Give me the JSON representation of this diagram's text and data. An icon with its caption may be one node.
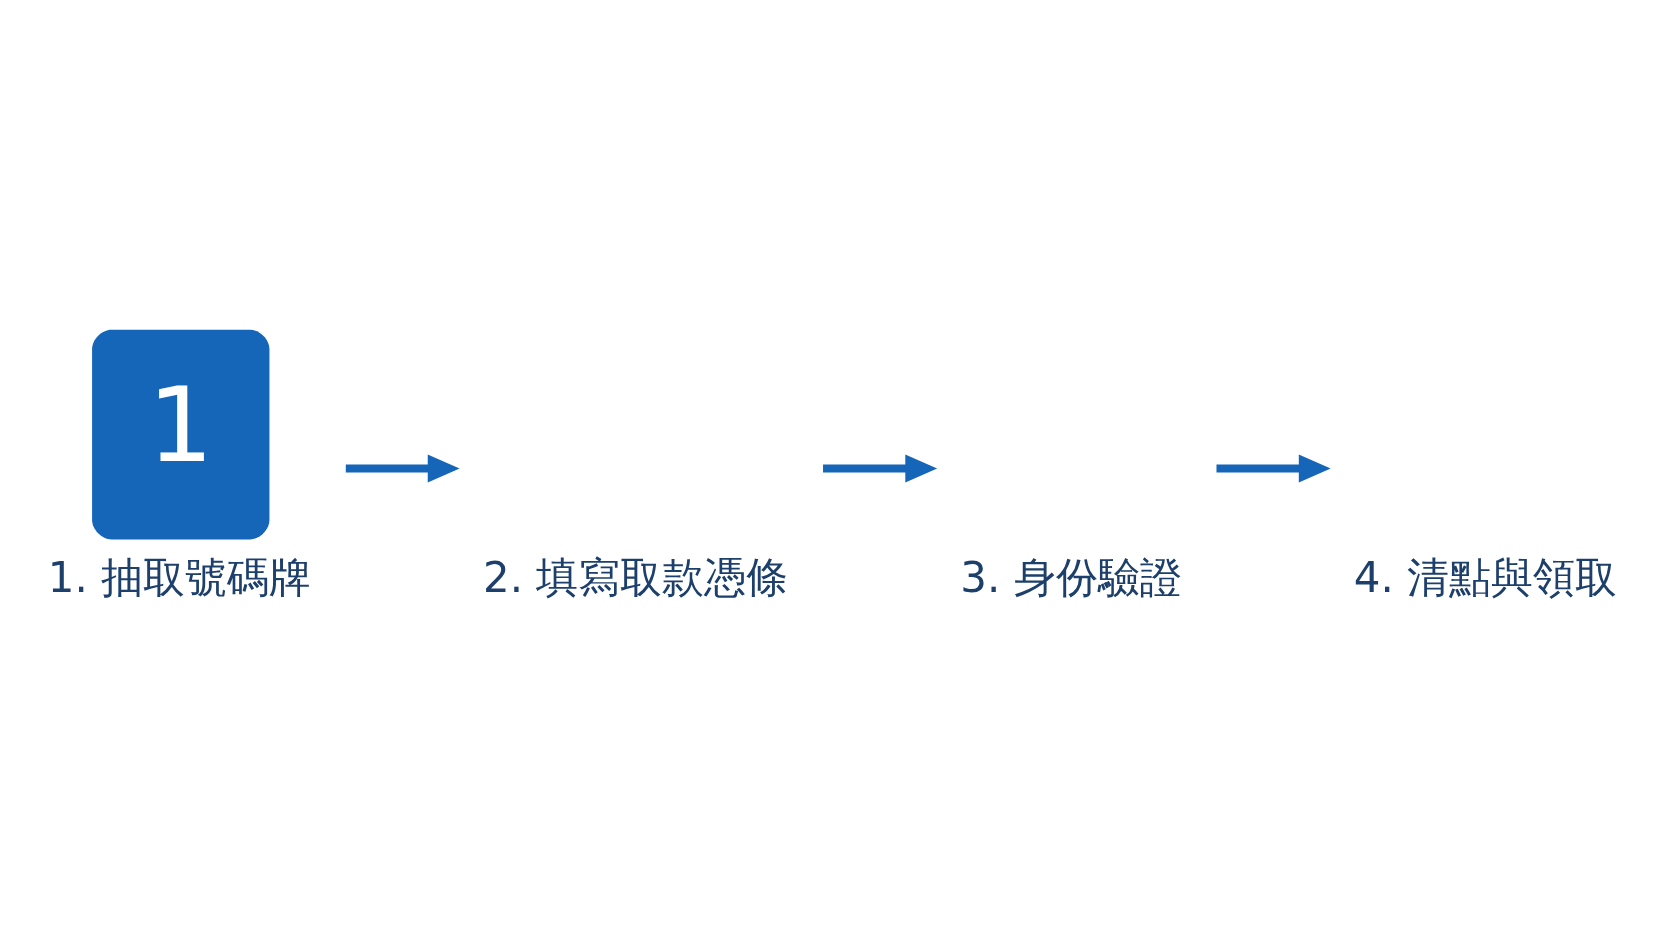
{
  "diagram": {
    "nodes": [
      {
        "text": [
          "1",
          "1. 抽取號碼牌"
        ]
      },
      {
        "text": [
          "2. 填寫取款憑條"
        ]
      },
      {
        "text": [
          "3. 身份驗證"
        ]
      },
      {
        "text": [
          "4. 清點與領取"
        ]
      }
    ],
    "edges": [
      {
        "from": 0,
        "to": 1,
        "arrow": "to"
      },
      {
        "from": 1,
        "to": 2,
        "arrow": "to"
      },
      {
        "from": 2,
        "to": 3,
        "arrow": "to"
      }
    ]
  }
}
